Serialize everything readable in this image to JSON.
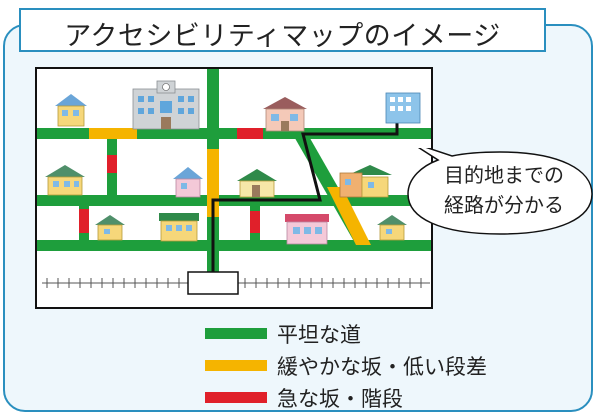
{
  "title": "アクセシビリティマップのイメージ",
  "callout": {
    "lines": [
      "目的地までの",
      "経路が分かる"
    ]
  },
  "legend": [
    {
      "label": "平坦な道",
      "color": "#1e9e3c"
    },
    {
      "label": "緩やかな坂・低い段差",
      "color": "#f5b400"
    },
    {
      "label": "急な坂・階段",
      "color": "#e0202a"
    }
  ],
  "colors": {
    "frame": "#2a8fbf",
    "panel_bg": "#eef7fc",
    "route": "#111111",
    "railway": "#555555"
  },
  "icons": {
    "houses": "house-icon",
    "school": "school-building-icon",
    "destination": "office-building-icon",
    "station": "station-icon",
    "arrow": "route-arrow-icon"
  }
}
